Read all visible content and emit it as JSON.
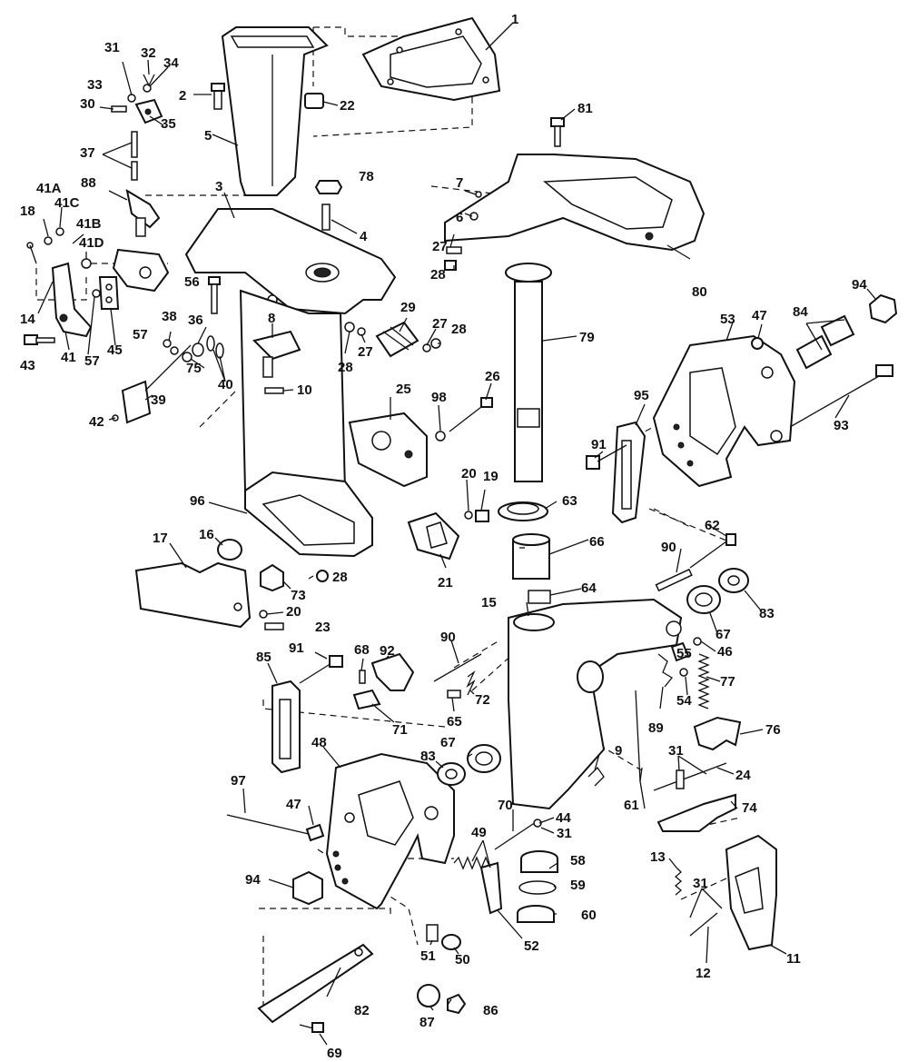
{
  "diagram": {
    "callouts": [
      {
        "id": "p1",
        "text": "1"
      },
      {
        "id": "p2",
        "text": "2"
      },
      {
        "id": "p3",
        "text": "3"
      },
      {
        "id": "p4",
        "text": "4"
      },
      {
        "id": "p5",
        "text": "5"
      },
      {
        "id": "p6",
        "text": "6"
      },
      {
        "id": "p7",
        "text": "7"
      },
      {
        "id": "p8",
        "text": "8"
      },
      {
        "id": "p9",
        "text": "9"
      },
      {
        "id": "p10",
        "text": "10"
      },
      {
        "id": "p11",
        "text": "11"
      },
      {
        "id": "p12",
        "text": "12"
      },
      {
        "id": "p13",
        "text": "13"
      },
      {
        "id": "p14",
        "text": "14"
      },
      {
        "id": "p15",
        "text": "15"
      },
      {
        "id": "p16",
        "text": "16"
      },
      {
        "id": "p17",
        "text": "17"
      },
      {
        "id": "p18",
        "text": "18"
      },
      {
        "id": "p19",
        "text": "19"
      },
      {
        "id": "p20a",
        "text": "20"
      },
      {
        "id": "p20b",
        "text": "20"
      },
      {
        "id": "p21",
        "text": "21"
      },
      {
        "id": "p22",
        "text": "22"
      },
      {
        "id": "p23",
        "text": "23"
      },
      {
        "id": "p24",
        "text": "24"
      },
      {
        "id": "p25",
        "text": "25"
      },
      {
        "id": "p26",
        "text": "26"
      },
      {
        "id": "p27a",
        "text": "27"
      },
      {
        "id": "p27b",
        "text": "27"
      },
      {
        "id": "p27c",
        "text": "27"
      },
      {
        "id": "p28a",
        "text": "28"
      },
      {
        "id": "p28b",
        "text": "28"
      },
      {
        "id": "p28c",
        "text": "28"
      },
      {
        "id": "p28d",
        "text": "28"
      },
      {
        "id": "p29",
        "text": "29"
      },
      {
        "id": "p30",
        "text": "30"
      },
      {
        "id": "p31a",
        "text": "31"
      },
      {
        "id": "p31b",
        "text": "31"
      },
      {
        "id": "p31c",
        "text": "31"
      },
      {
        "id": "p31d",
        "text": "31"
      },
      {
        "id": "p32",
        "text": "32"
      },
      {
        "id": "p33",
        "text": "33"
      },
      {
        "id": "p34",
        "text": "34"
      },
      {
        "id": "p35",
        "text": "35"
      },
      {
        "id": "p36",
        "text": "36"
      },
      {
        "id": "p37",
        "text": "37"
      },
      {
        "id": "p38",
        "text": "38"
      },
      {
        "id": "p39",
        "text": "39"
      },
      {
        "id": "p40",
        "text": "40"
      },
      {
        "id": "p41",
        "text": "41"
      },
      {
        "id": "p41a",
        "text": "41A"
      },
      {
        "id": "p41b",
        "text": "41B"
      },
      {
        "id": "p41c",
        "text": "41C"
      },
      {
        "id": "p41d",
        "text": "41D"
      },
      {
        "id": "p42",
        "text": "42"
      },
      {
        "id": "p43",
        "text": "43"
      },
      {
        "id": "p44",
        "text": "44"
      },
      {
        "id": "p45",
        "text": "45"
      },
      {
        "id": "p46",
        "text": "46"
      },
      {
        "id": "p47a",
        "text": "47"
      },
      {
        "id": "p47b",
        "text": "47"
      },
      {
        "id": "p48",
        "text": "48"
      },
      {
        "id": "p49",
        "text": "49"
      },
      {
        "id": "p50",
        "text": "50"
      },
      {
        "id": "p51",
        "text": "51"
      },
      {
        "id": "p52",
        "text": "52"
      },
      {
        "id": "p53",
        "text": "53"
      },
      {
        "id": "p54",
        "text": "54"
      },
      {
        "id": "p55",
        "text": "55"
      },
      {
        "id": "p56",
        "text": "56"
      },
      {
        "id": "p57a",
        "text": "57"
      },
      {
        "id": "p57b",
        "text": "57"
      },
      {
        "id": "p58",
        "text": "58"
      },
      {
        "id": "p59",
        "text": "59"
      },
      {
        "id": "p60",
        "text": "60"
      },
      {
        "id": "p61",
        "text": "61"
      },
      {
        "id": "p62",
        "text": "62"
      },
      {
        "id": "p63",
        "text": "63"
      },
      {
        "id": "p64",
        "text": "64"
      },
      {
        "id": "p65",
        "text": "65"
      },
      {
        "id": "p66",
        "text": "66"
      },
      {
        "id": "p67a",
        "text": "67"
      },
      {
        "id": "p67b",
        "text": "67"
      },
      {
        "id": "p68",
        "text": "68"
      },
      {
        "id": "p69",
        "text": "69"
      },
      {
        "id": "p70",
        "text": "70"
      },
      {
        "id": "p71",
        "text": "71"
      },
      {
        "id": "p72",
        "text": "72"
      },
      {
        "id": "p73",
        "text": "73"
      },
      {
        "id": "p74",
        "text": "74"
      },
      {
        "id": "p75",
        "text": "75"
      },
      {
        "id": "p76",
        "text": "76"
      },
      {
        "id": "p77",
        "text": "77"
      },
      {
        "id": "p78",
        "text": "78"
      },
      {
        "id": "p79",
        "text": "79"
      },
      {
        "id": "p80",
        "text": "80"
      },
      {
        "id": "p81",
        "text": "81"
      },
      {
        "id": "p82",
        "text": "82"
      },
      {
        "id": "p83a",
        "text": "83"
      },
      {
        "id": "p83b",
        "text": "83"
      },
      {
        "id": "p84",
        "text": "84"
      },
      {
        "id": "p85",
        "text": "85"
      },
      {
        "id": "p86",
        "text": "86"
      },
      {
        "id": "p87",
        "text": "87"
      },
      {
        "id": "p88",
        "text": "88"
      },
      {
        "id": "p89",
        "text": "89"
      },
      {
        "id": "p90a",
        "text": "90"
      },
      {
        "id": "p90b",
        "text": "90"
      },
      {
        "id": "p91a",
        "text": "91"
      },
      {
        "id": "p91b",
        "text": "91"
      },
      {
        "id": "p92",
        "text": "92"
      },
      {
        "id": "p93",
        "text": "93"
      },
      {
        "id": "p94a",
        "text": "94"
      },
      {
        "id": "p94b",
        "text": "94"
      },
      {
        "id": "p95",
        "text": "95"
      },
      {
        "id": "p96",
        "text": "96"
      },
      {
        "id": "p97",
        "text": "97"
      },
      {
        "id": "p98",
        "text": "98"
      }
    ]
  }
}
